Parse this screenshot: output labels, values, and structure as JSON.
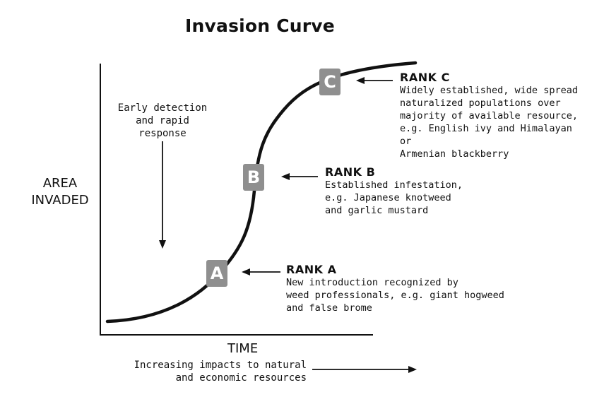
{
  "title": "Invasion Curve",
  "axes": {
    "y_label_line1": "AREA",
    "y_label_line2": "INVADED",
    "x_label": "TIME"
  },
  "early_detection": {
    "line1": "Early detection",
    "line2": "and rapid",
    "line3": "response"
  },
  "impacts": {
    "line1": "Increasing impacts to natural",
    "line2": "and economic resources"
  },
  "ranks": {
    "a": {
      "marker": "A",
      "title": "RANK A",
      "desc1": "New introduction recognized by",
      "desc2": "weed professionals, e.g. giant hogweed",
      "desc3": "and false brome"
    },
    "b": {
      "marker": "B",
      "title": "RANK B",
      "desc1": "Established infestation,",
      "desc2": "e.g. Japanese knotweed",
      "desc3": "and garlic mustard"
    },
    "c": {
      "marker": "C",
      "title": "RANK C",
      "desc1": "Widely established, wide spread",
      "desc2": "naturalized populations over",
      "desc3": "majority of available resource,",
      "desc4": "e.g. English ivy and Himalayan or",
      "desc5": "Armenian blackberry"
    }
  },
  "colors": {
    "ink": "#111111",
    "marker_fill": "#8f8f8f",
    "marker_text": "#ffffff"
  }
}
